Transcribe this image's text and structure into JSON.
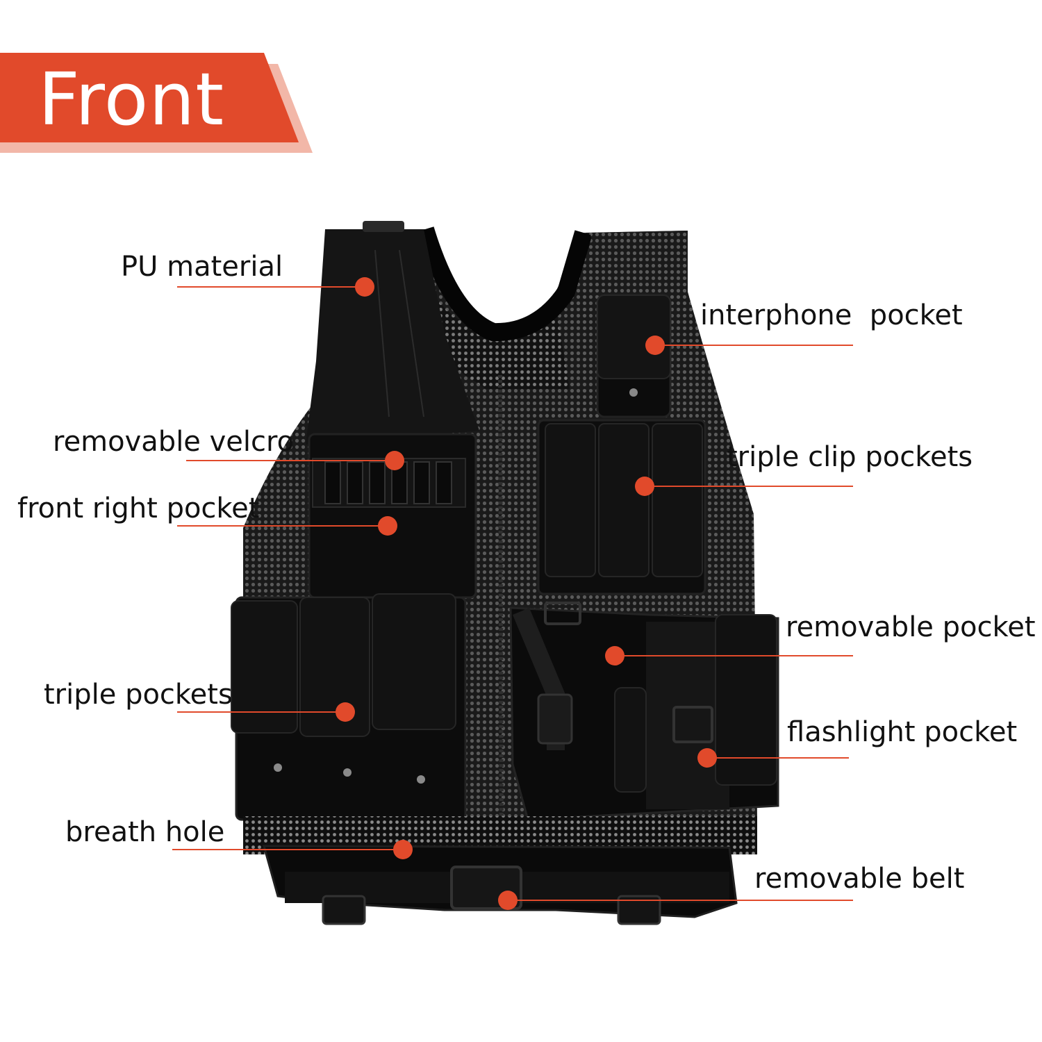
{
  "banner": {
    "title": "Front",
    "color": "#e14a2b",
    "shadow_color": "#f2b7a8"
  },
  "accent_color": "#e14a2b",
  "vest_color": "#0c0c0c",
  "callouts": {
    "pu_material": "PU material",
    "interphone_pocket": "interphone  pocket",
    "removable_velcro": "removable velcro",
    "triple_clip_pockets": "triple clip pockets",
    "front_right_pocket": "front right pocket",
    "removable_pocket": "removable pocket",
    "triple_pockets": "triple pockets",
    "flashlight_pocket": "flashlight pocket",
    "breath_hole": "breath hole",
    "removable_belt": "removable belt"
  }
}
